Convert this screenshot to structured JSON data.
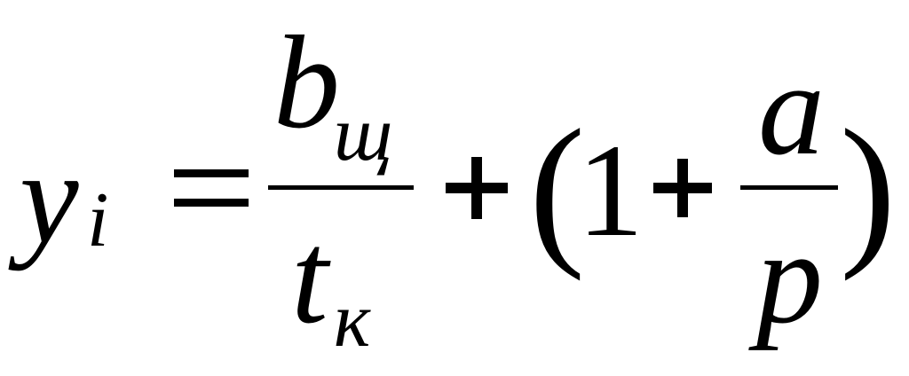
{
  "formula": {
    "lhs_var": "y",
    "lhs_sub": "i",
    "num_var": "b",
    "num_sub": "щ",
    "den_var": "t",
    "den_sub": "к",
    "open_paren": "(",
    "one": "1",
    "inner_num": "a",
    "inner_den": "p",
    "close_paren": ")"
  }
}
